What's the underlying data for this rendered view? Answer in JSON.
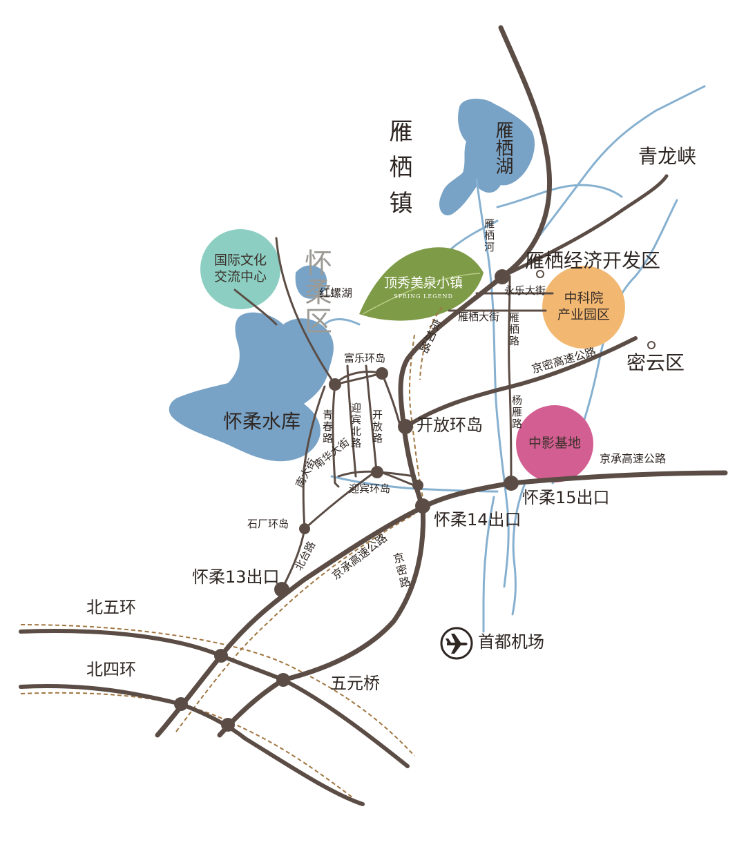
{
  "colors": {
    "road": "#5b4d45",
    "road_dashed": "#a0753f",
    "river": "#86b0d0",
    "lake": "#79a3c6",
    "leaf": "#7e9b47",
    "circle_culture": "#8ccfc2",
    "circle_science": "#f2b872",
    "circle_film": "#d35f92",
    "text": "#2e2622",
    "ghost_text": "#9c9a95"
  },
  "places": {
    "yanqi_town": "雁栖镇",
    "yanqi_lake": "雁栖湖",
    "yanqi_river": "雁栖河",
    "qinglongxia": "青龙峡",
    "yanqi_dev_zone": "雁栖经济开发区",
    "yongle_street": "永乐大街",
    "yanqi_street": "雁栖大街",
    "yanqi_road": "雁栖路",
    "jingmi_expressway": "京密高速公路",
    "miyun": "密云区",
    "jingjia_road": "京加路",
    "kaifang_roundabout": "开放环岛",
    "yangyan_road": "杨雁路",
    "jingcheng_expressway_east": "京承高速公路",
    "exit15": "怀柔15出口",
    "exit14": "怀柔14出口",
    "exit13": "怀柔13出口",
    "jingcheng_expressway_sw": "京承高速公路",
    "jingmi_road": "京密路",
    "airport": "首都机场",
    "north_5th_ring": "北五环",
    "north_4th_ring": "北四环",
    "wuyuan_bridge": "五元桥",
    "huairou_district": "怀柔区",
    "hongluo_lake": "红螺湖",
    "fule_roundabout": "富乐环岛",
    "huairou_reservoir": "怀柔水库",
    "qingchun_road": "青春路",
    "yingbin_north_road": "迎宾北路",
    "kaifang_road": "开放路",
    "nanhua_street": "南华大街",
    "nan_street": "南大街",
    "yingbin_roundabout": "迎宾环岛",
    "shichang_roundabout": "石厂环岛",
    "beitai_road": "北台路"
  },
  "leaf": {
    "title": "顶秀美泉小镇",
    "subtitle": "SPRING LEGEND"
  },
  "circles": {
    "culture": [
      "国际文化",
      "交流中心"
    ],
    "science": [
      "中科院",
      "产业园区"
    ],
    "film": "中影基地"
  },
  "icons": {
    "airport": "airplane-icon",
    "miyun_marker": "location-dot-icon",
    "dev_zone_marker": "location-dot-icon"
  }
}
